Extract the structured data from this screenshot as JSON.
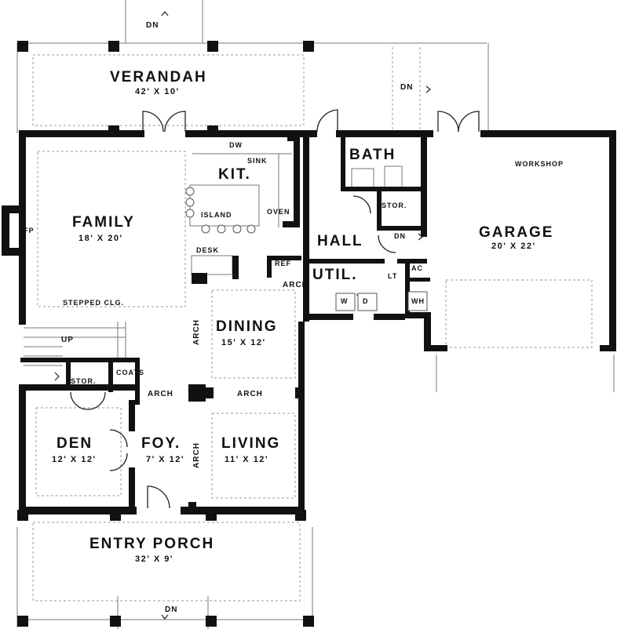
{
  "rooms": {
    "verandah": {
      "name": "Verandah",
      "size": "42' x 10'"
    },
    "family": {
      "name": "Family",
      "size": "18' x 20'",
      "note": "Stepped Clg."
    },
    "kitchen": {
      "name": "Kit.",
      "island": "Island",
      "sink": "Sink",
      "dw": "DW",
      "oven": "Oven",
      "desk": "Desk",
      "ref": "Ref"
    },
    "bath": {
      "name": "Bath",
      "stor": "Stor."
    },
    "hall": {
      "name": "Hall"
    },
    "util": {
      "name": "Util.",
      "lt": "LT",
      "ac": "AC",
      "wh": "WH",
      "w": "W",
      "d": "D"
    },
    "garage": {
      "name": "Garage",
      "size": "20' x 22'",
      "workshop": "Workshop"
    },
    "dining": {
      "name": "Dining",
      "size": "15' x 12'"
    },
    "den": {
      "name": "Den",
      "size": "12' x 12'"
    },
    "foyer": {
      "name": "Foy.",
      "size": "7' x 12'"
    },
    "living": {
      "name": "Living",
      "size": "11' x 12'"
    },
    "porch": {
      "name": "Entry Porch",
      "size": "32' x 9'"
    },
    "stor": {
      "name": "Stor."
    },
    "coats": {
      "name": "Coats"
    }
  },
  "labels": {
    "dn": "DN",
    "up": "UP",
    "fp": "FP",
    "arch": "ARCH"
  }
}
